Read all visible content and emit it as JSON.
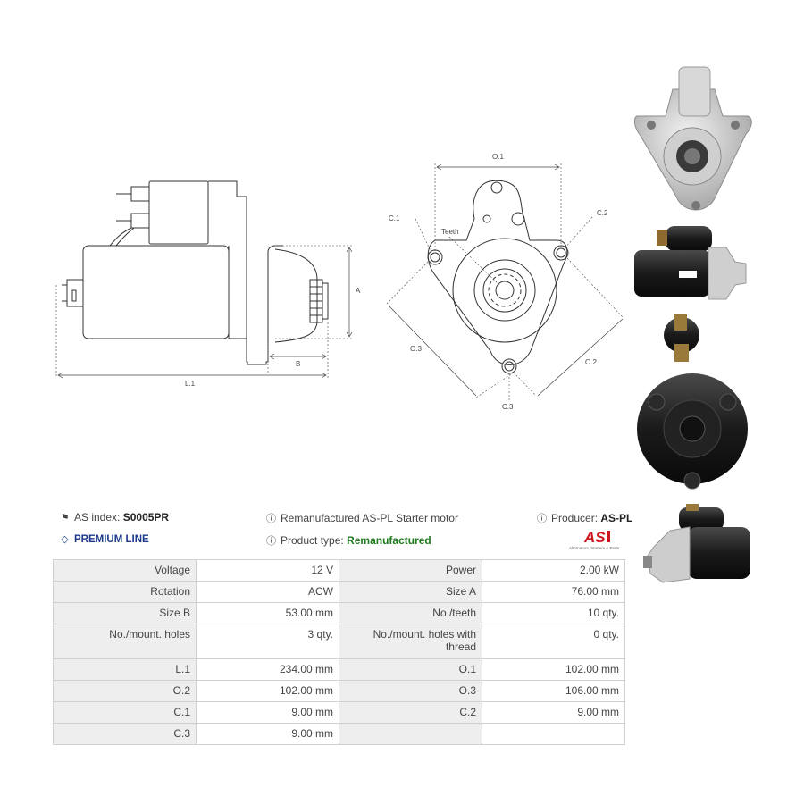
{
  "drawing": {
    "labels": {
      "A": "A",
      "B": "B",
      "L1": "L.1",
      "O1": "O.1",
      "O2": "O.2",
      "O3": "O.3",
      "C1": "C.1",
      "C2": "C.2",
      "C3": "C.3",
      "teeth": "Teeth"
    }
  },
  "header": {
    "as_index_label": "AS index:",
    "as_index_value": "S0005PR",
    "description": "Remanufactured AS-PL Starter motor",
    "producer_label": "Producer:",
    "producer_value": "AS-PL",
    "premium_line": "PREMIUM LINE",
    "product_type_label": "Product type:",
    "product_type_value": "Remanufactured"
  },
  "logo": {
    "text": "AS",
    "subtitle": "Alternators, Starters & Parts"
  },
  "specs": [
    [
      "Voltage",
      "12 V",
      "Power",
      "2.00 kW"
    ],
    [
      "Rotation",
      "ACW",
      "Size A",
      "76.00 mm"
    ],
    [
      "Size B",
      "53.00 mm",
      "No./teeth",
      "10 qty."
    ],
    [
      "No./mount. holes",
      "3 qty.",
      "No./mount. holes with thread",
      "0 qty."
    ],
    [
      "L.1",
      "234.00 mm",
      "O.1",
      "102.00 mm"
    ],
    [
      "O.2",
      "102.00 mm",
      "O.3",
      "106.00 mm"
    ],
    [
      "C.1",
      "9.00 mm",
      "C.2",
      "9.00 mm"
    ],
    [
      "C.3",
      "9.00 mm",
      "",
      ""
    ]
  ],
  "colors": {
    "premium_blue": "#1b3a8c",
    "product_type_green": "#1f7a1f",
    "logo_red": "#d0161d",
    "label_cell_bg": "#eeeeee"
  },
  "icons": {
    "as_index": "tags-icon",
    "description": "info-icon",
    "producer": "info-icon",
    "premium": "diamond-icon",
    "product_type": "info-icon"
  }
}
